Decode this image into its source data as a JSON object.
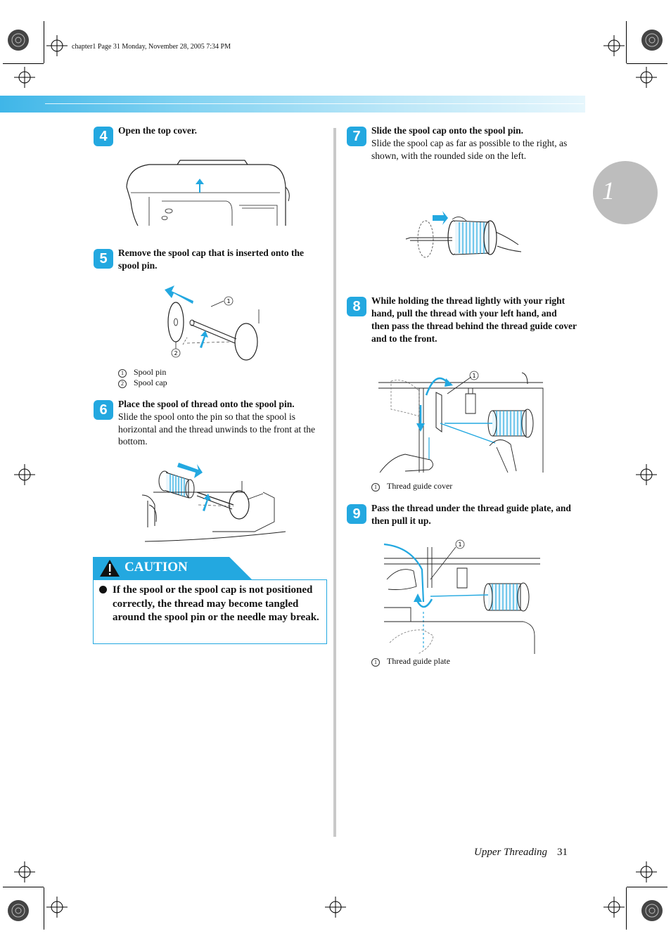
{
  "print_line": "chapter1  Page 31  Monday, November 28, 2005  7:34 PM",
  "chapter_number": "1",
  "steps": [
    {
      "num": "4",
      "title": "Open the top cover.",
      "body": ""
    },
    {
      "num": "5",
      "title": "Remove the spool cap that is inserted onto the spool pin.",
      "body": ""
    },
    {
      "num": "6",
      "title": "Place the spool of thread onto the spool pin.",
      "body": "Slide the spool onto the pin so that the spool is horizontal and the thread unwinds to the front at the bottom."
    },
    {
      "num": "7",
      "title": "Slide the spool cap onto the spool pin.",
      "body": "Slide the spool cap as far as possible to the right, as shown, with the rounded side on the left."
    },
    {
      "num": "8",
      "title": "While holding the thread lightly with your right hand, pull the thread with your left hand, and then pass the thread behind the thread guide cover and to the front.",
      "body": ""
    },
    {
      "num": "9",
      "title": "Pass the thread under the thread guide plate, and then pull it up.",
      "body": ""
    }
  ],
  "legends": {
    "step5": [
      {
        "marker": "1",
        "label": "Spool pin"
      },
      {
        "marker": "2",
        "label": "Spool cap"
      }
    ],
    "step8": [
      {
        "marker": "1",
        "label": "Thread guide cover"
      }
    ],
    "step9": [
      {
        "marker": "1",
        "label": "Thread guide plate"
      }
    ]
  },
  "caution": {
    "heading": "CAUTION",
    "text": "If the spool or the spool cap is not positioned correctly, the thread may become tangled around the spool pin or the needle may break."
  },
  "footer": {
    "section": "Upper Threading",
    "page": "31"
  },
  "colors": {
    "accent": "#23a8e0",
    "band": "#3fb6e8",
    "tab": "#bdbdbd"
  }
}
